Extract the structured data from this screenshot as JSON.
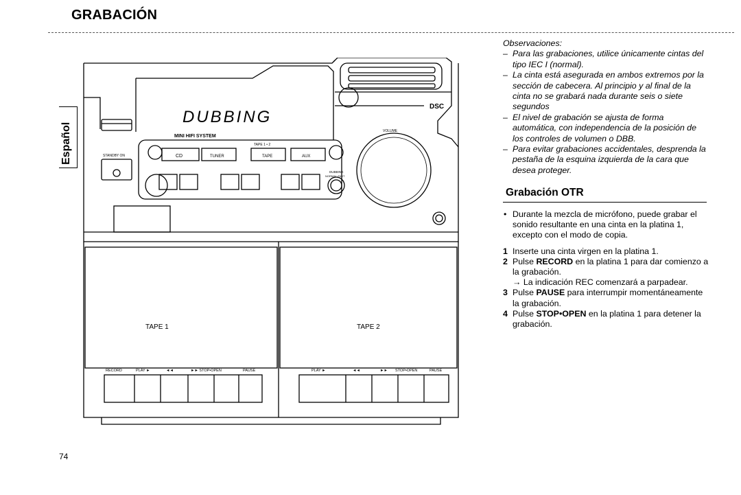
{
  "header": {
    "title": "GRABACIÓN"
  },
  "side_tab": {
    "label": "Español"
  },
  "page_number": "74",
  "illustration": {
    "display_text": "DUBBING",
    "brand_label": "MINI HIFI SYSTEM",
    "dsc_label": "DSC",
    "tape_label": "TAPE 1 • 2",
    "source_buttons": [
      "CD",
      "TUNER",
      "TAPE",
      "AUX"
    ],
    "dubbing_label": "DUBBING",
    "dubbing_sub": "NORMAL-FAST",
    "standby_label": "STANDBY ON",
    "volume_label": "VOLUME",
    "deck1": {
      "label": "TAPE 1",
      "button_labels": [
        "RECORD",
        "PLAY ►",
        "◄◄",
        "►► STOP•OPEN",
        "PAUSE"
      ]
    },
    "deck2": {
      "label": "TAPE 2",
      "button_labels": [
        "PLAY ►",
        "◄◄",
        "►►",
        "STOP•OPEN",
        "PAUSE"
      ]
    }
  },
  "observaciones": {
    "title": "Observaciones:",
    "items": [
      "Para las grabaciones, utilice únicamente cintas del tipo IEC I (normal).",
      "La cinta está asegurada en ambos extremos por la sección de cabecera. Al principio y al final de la cinta no se grabará nada durante seis o siete segundos",
      "El nivel de grabación se ajusta de forma automática, con independencia de la posición de los controles de volumen o DBB.",
      "Para evitar grabaciones accidentales, desprenda la pestaña de la esquina izquierda de la cara que desea proteger."
    ]
  },
  "otr": {
    "title": "Grabación OTR",
    "bullet": "Durante la mezcla de micrófono, puede grabar el sonido resultante en una cinta en la platina 1, excepto con el modo de copia.",
    "steps": [
      {
        "num": "1",
        "pre": "Inserte una cinta virgen en la platina 1.",
        "bold": "",
        "post": ""
      },
      {
        "num": "2",
        "pre": "Pulse ",
        "bold": "RECORD",
        "post": " en la platina 1 para dar comienzo a la grabación."
      },
      {
        "num": "",
        "pre": "→ La indicación REC comenzará a parpadear.",
        "bold": "",
        "post": ""
      },
      {
        "num": "3",
        "pre": "Pulse ",
        "bold": "PAUSE",
        "post": " para interrumpir momentáneamente la grabación."
      },
      {
        "num": "4",
        "pre": "Pulse ",
        "bold": "STOP•OPEN",
        "post": " en la platina 1 para detener la grabación."
      }
    ]
  }
}
